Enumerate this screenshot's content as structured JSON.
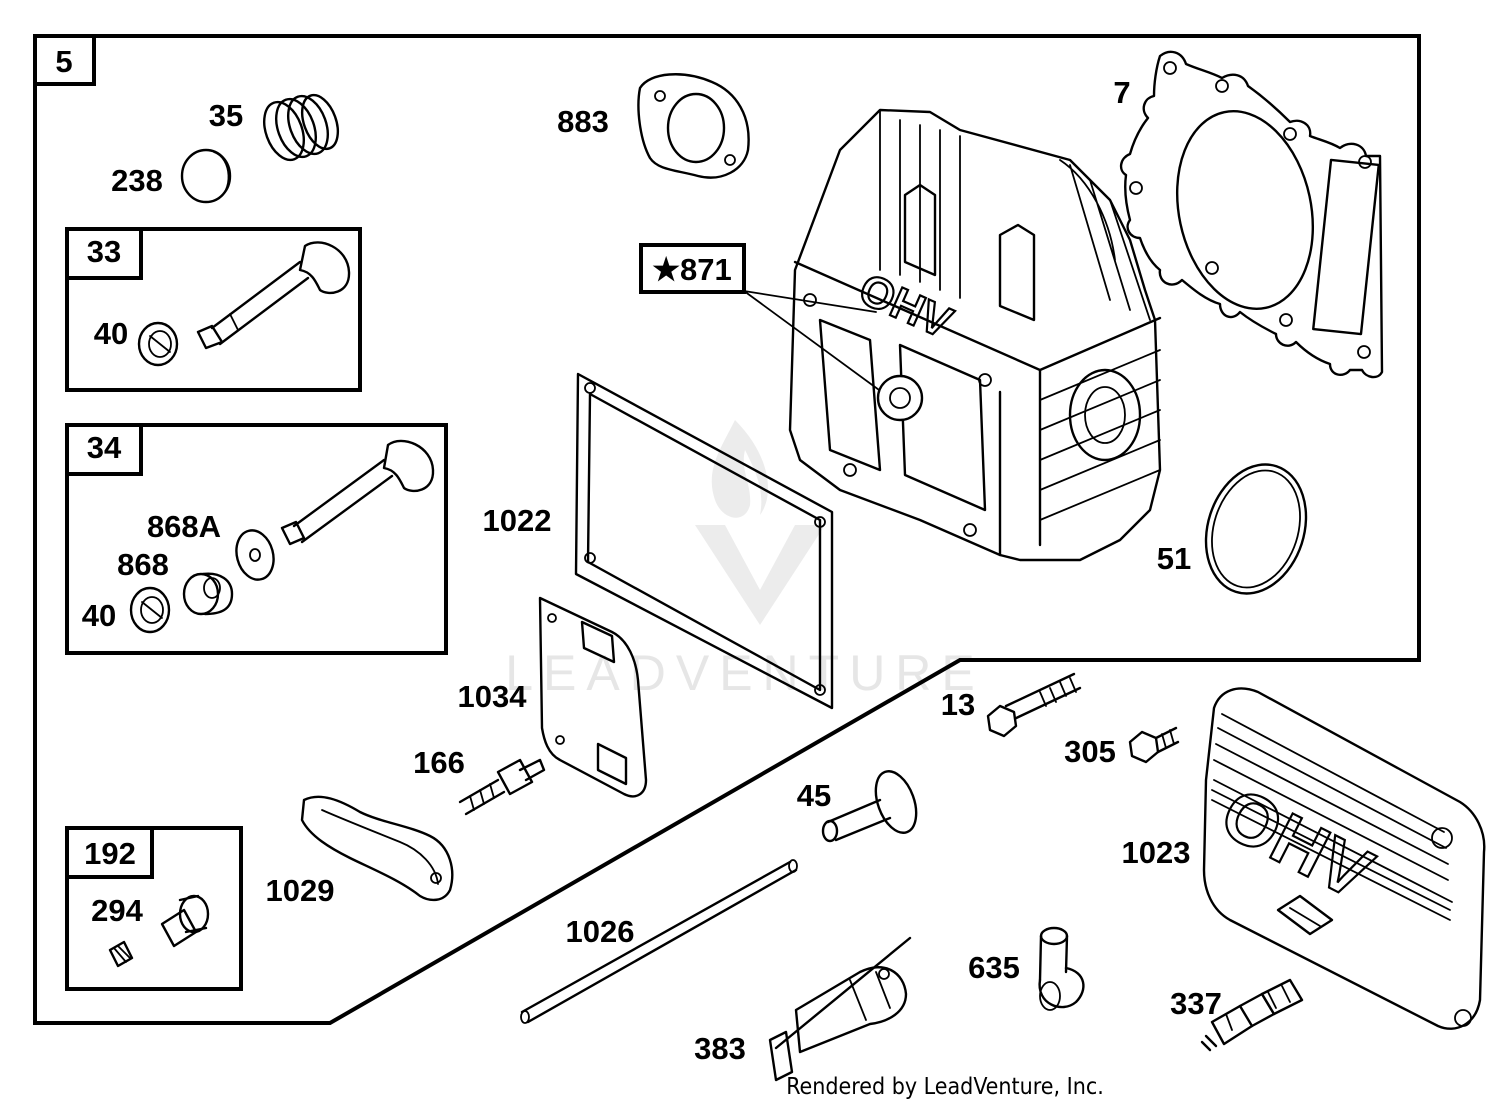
{
  "diagram": {
    "watermark": "LEADVENTURE",
    "credit": "Rendered by LeadVenture, Inc.",
    "ohv_text": "OHV",
    "box_labels": {
      "assembly": "5",
      "intake_valve_kit": "33",
      "exhaust_valve_kit": "34",
      "breather_kit": "192",
      "cylinder_head": "★871"
    },
    "labels": {
      "p35": "35",
      "p238": "238",
      "p40a": "40",
      "p868a": "868A",
      "p868": "868",
      "p40b": "40",
      "p294": "294",
      "p883": "883",
      "p7": "7",
      "p1022": "1022",
      "p51": "51",
      "p1034": "1034",
      "p166": "166",
      "p1029": "1029",
      "p13": "13",
      "p305": "305",
      "p45": "45",
      "p1023": "1023",
      "p1026": "1026",
      "p635": "635",
      "p337": "337",
      "p383": "383"
    }
  }
}
